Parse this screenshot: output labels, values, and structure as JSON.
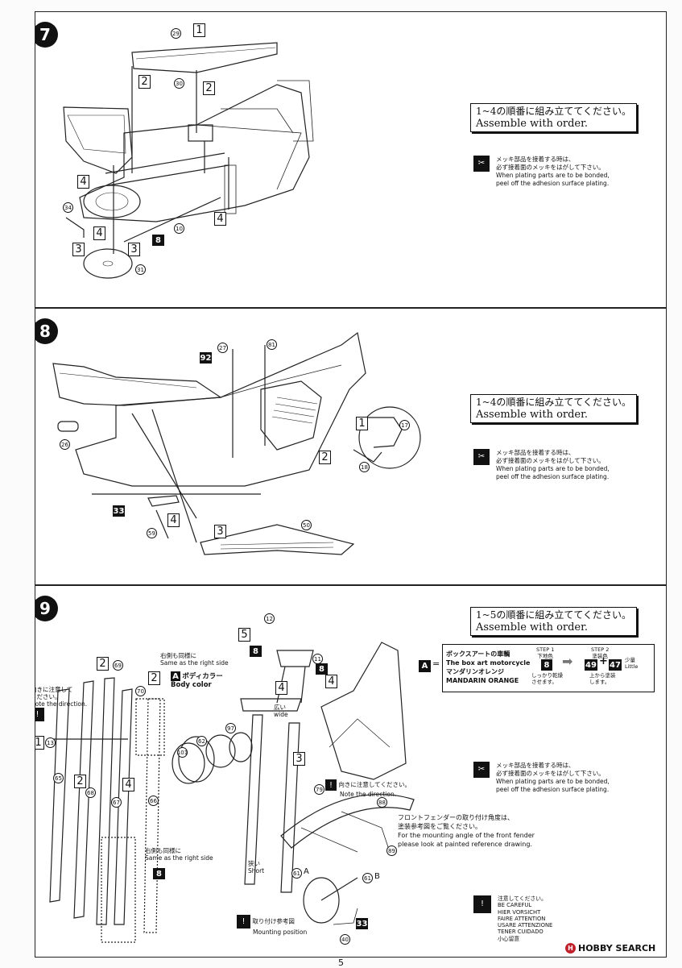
{
  "steps": [
    {
      "number": "7",
      "order_jp": "1~4の順番に組み立ててください。",
      "order_en": "Assemble with order."
    },
    {
      "number": "8",
      "order_jp": "1~4の順番に組み立ててください。",
      "order_en": "Assemble with order."
    },
    {
      "number": "9",
      "order_jp": "1~5の順番に組み立ててください。",
      "order_en": "Assemble with order."
    }
  ],
  "plating_note": {
    "jp1": "メッキ部品を接着する時は、",
    "jp2": "必ず接着面のメッキをはがして下さい。",
    "en1": "When plating parts are to be bonded,",
    "en2": "peel off the adhesion surface plating."
  },
  "step7_parts": {
    "p29": "29",
    "p30": "30",
    "p34": "34",
    "p10": "10",
    "p31": "31",
    "s1": "1",
    "s2a": "2",
    "s2b": "2",
    "s3a": "3",
    "s3b": "3",
    "s4a": "4",
    "s4b": "4",
    "s4c": "4",
    "b8": "8"
  },
  "step8_parts": {
    "p27": "27",
    "p81": "81",
    "p26": "26",
    "p17": "17",
    "p18": "18",
    "p59": "59",
    "p50": "50",
    "b92": "92",
    "b33": "33",
    "s1": "1",
    "s2": "2",
    "s3": "3",
    "s4": "4"
  },
  "step9": {
    "parts": {
      "p12": "12",
      "p11": "11",
      "p69": "69",
      "p70": "70",
      "p13": "13",
      "p65": "65",
      "p68": "68",
      "p67": "67",
      "p66": "66",
      "p62": "62",
      "p97": "97",
      "p101": "101",
      "p79": "79",
      "p88": "88",
      "p89": "89",
      "p61a": "61",
      "p61b": "61",
      "p40": "40",
      "b33": "33",
      "b8a": "8",
      "b8b": "8",
      "b8c": "8",
      "s1": "1",
      "s2a": "2",
      "s2b": "2",
      "s2c": "2",
      "s3": "3",
      "s4a": "4",
      "s4b": "4",
      "s5": "5"
    },
    "right_side_jp": "右側も同様に",
    "right_side_en": "Same as the right side",
    "right_side_jp2": "右側も同様に",
    "right_side_en2": "Same as the right side",
    "body_color_jp": "ボディカラー",
    "body_color_en": "Body color",
    "body_color_marker": "A",
    "wide_jp": "広い",
    "wide_en": "wide",
    "narrow_jp": "狭い",
    "narrow_en": "Short",
    "direction_jp": "向きに注意してください。",
    "direction_en": "Note the direction.",
    "direction_left_jp": "向きに注意して",
    "direction_left_jp2": "ください。",
    "direction_left_en": "Note the direction.",
    "fender_jp1": "フロントフェンダーの取り付け角度は、",
    "fender_jp2": "塗装参考図をご覧ください。",
    "fender_en1": "For the mounting angle of the front fender",
    "fender_en2": "please look at painted reference drawing.",
    "mounting_jp": "取り付け参考図",
    "mounting_en": "Mounting position",
    "pointA": "A",
    "pointB": "B",
    "careful": [
      "注意してください。",
      "BE CAREFUL",
      "HIER VORSICHT",
      "FAIRE ATTENTION",
      "USARE ATTENZIONE",
      "TENER CUIDADO",
      "小心留意"
    ]
  },
  "color_table": {
    "marker": "A",
    "equals": "=",
    "name_jp": "ボックスアートの車輌",
    "name_en": "The box art motorcycle",
    "color_jp": "マンダリンオレンジ",
    "color_en": "MANDARIN ORANGE",
    "step1_label": "STEP 1",
    "step1_jp": "下地色",
    "step1_code": "8",
    "step1_note_jp1": "しっかり乾燥",
    "step1_note_jp2": "させます。",
    "step2_label": "STEP 2",
    "step2_jp": "塗装色",
    "step2_code1": "49",
    "step2_plus": "+",
    "step2_code2": "47",
    "step2_small_jp": "少量",
    "step2_small_en": "Little",
    "step2_note_jp1": "上から塗装",
    "step2_note_jp2": "します。"
  },
  "footer": {
    "logo": "HOBBY SEARCH",
    "page": "5"
  }
}
